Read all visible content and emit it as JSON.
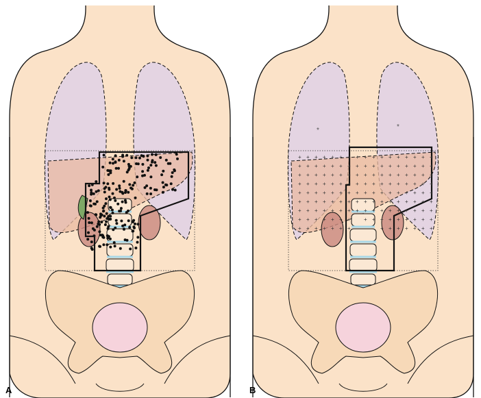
{
  "panels": [
    {
      "label": "A",
      "marker": "dots"
    },
    {
      "label": "B",
      "marker": "crosses"
    }
  ],
  "colors": {
    "skin": "#fbe2c8",
    "lung": "#e4d4e2",
    "liver": "#eab9a2",
    "kidney": "#c98880",
    "pelvis": "#f7d9b8",
    "bladder": "#f6d3dc",
    "spine": "#fbe8d4",
    "disc": "#a8d8e8",
    "outline": "#111111"
  }
}
